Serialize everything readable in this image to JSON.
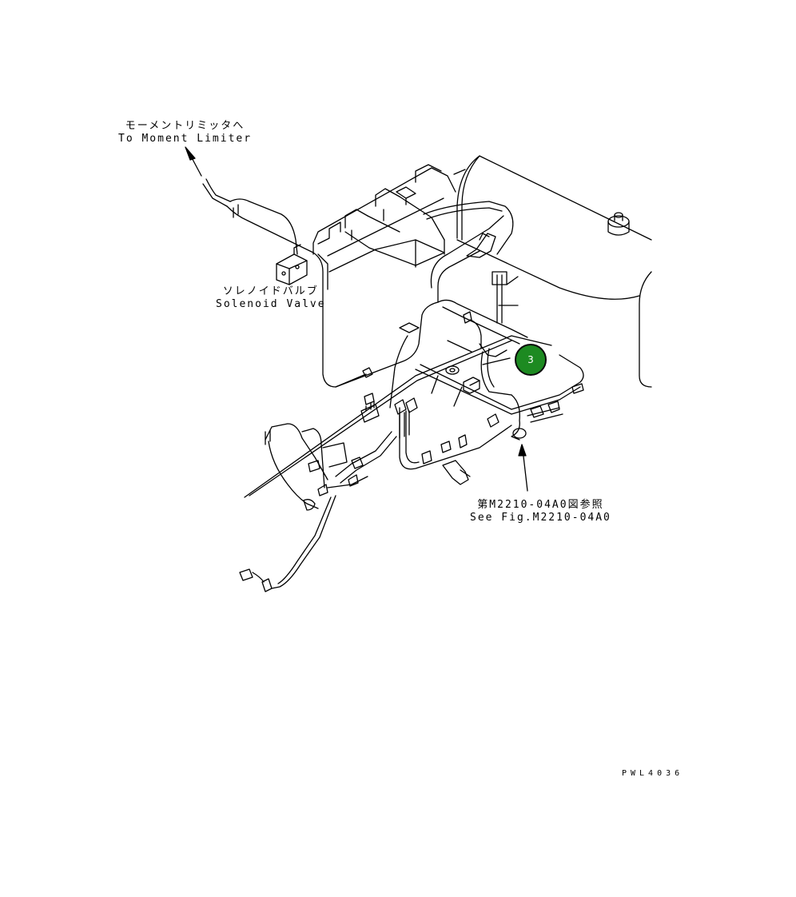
{
  "labels": {
    "moment_limiter_jp": "モーメントリミッタへ",
    "moment_limiter_en": "To Moment Limiter",
    "solenoid_jp": "ソレノイドバルブ",
    "solenoid_en": "Solenoid Valve",
    "see_fig_jp": "第M2210-04A0図参照",
    "see_fig_en": "See Fig.M2210-04A0"
  },
  "callout": {
    "number": "3",
    "color": "#1d8a21"
  },
  "drawing_id": "PWL4036"
}
